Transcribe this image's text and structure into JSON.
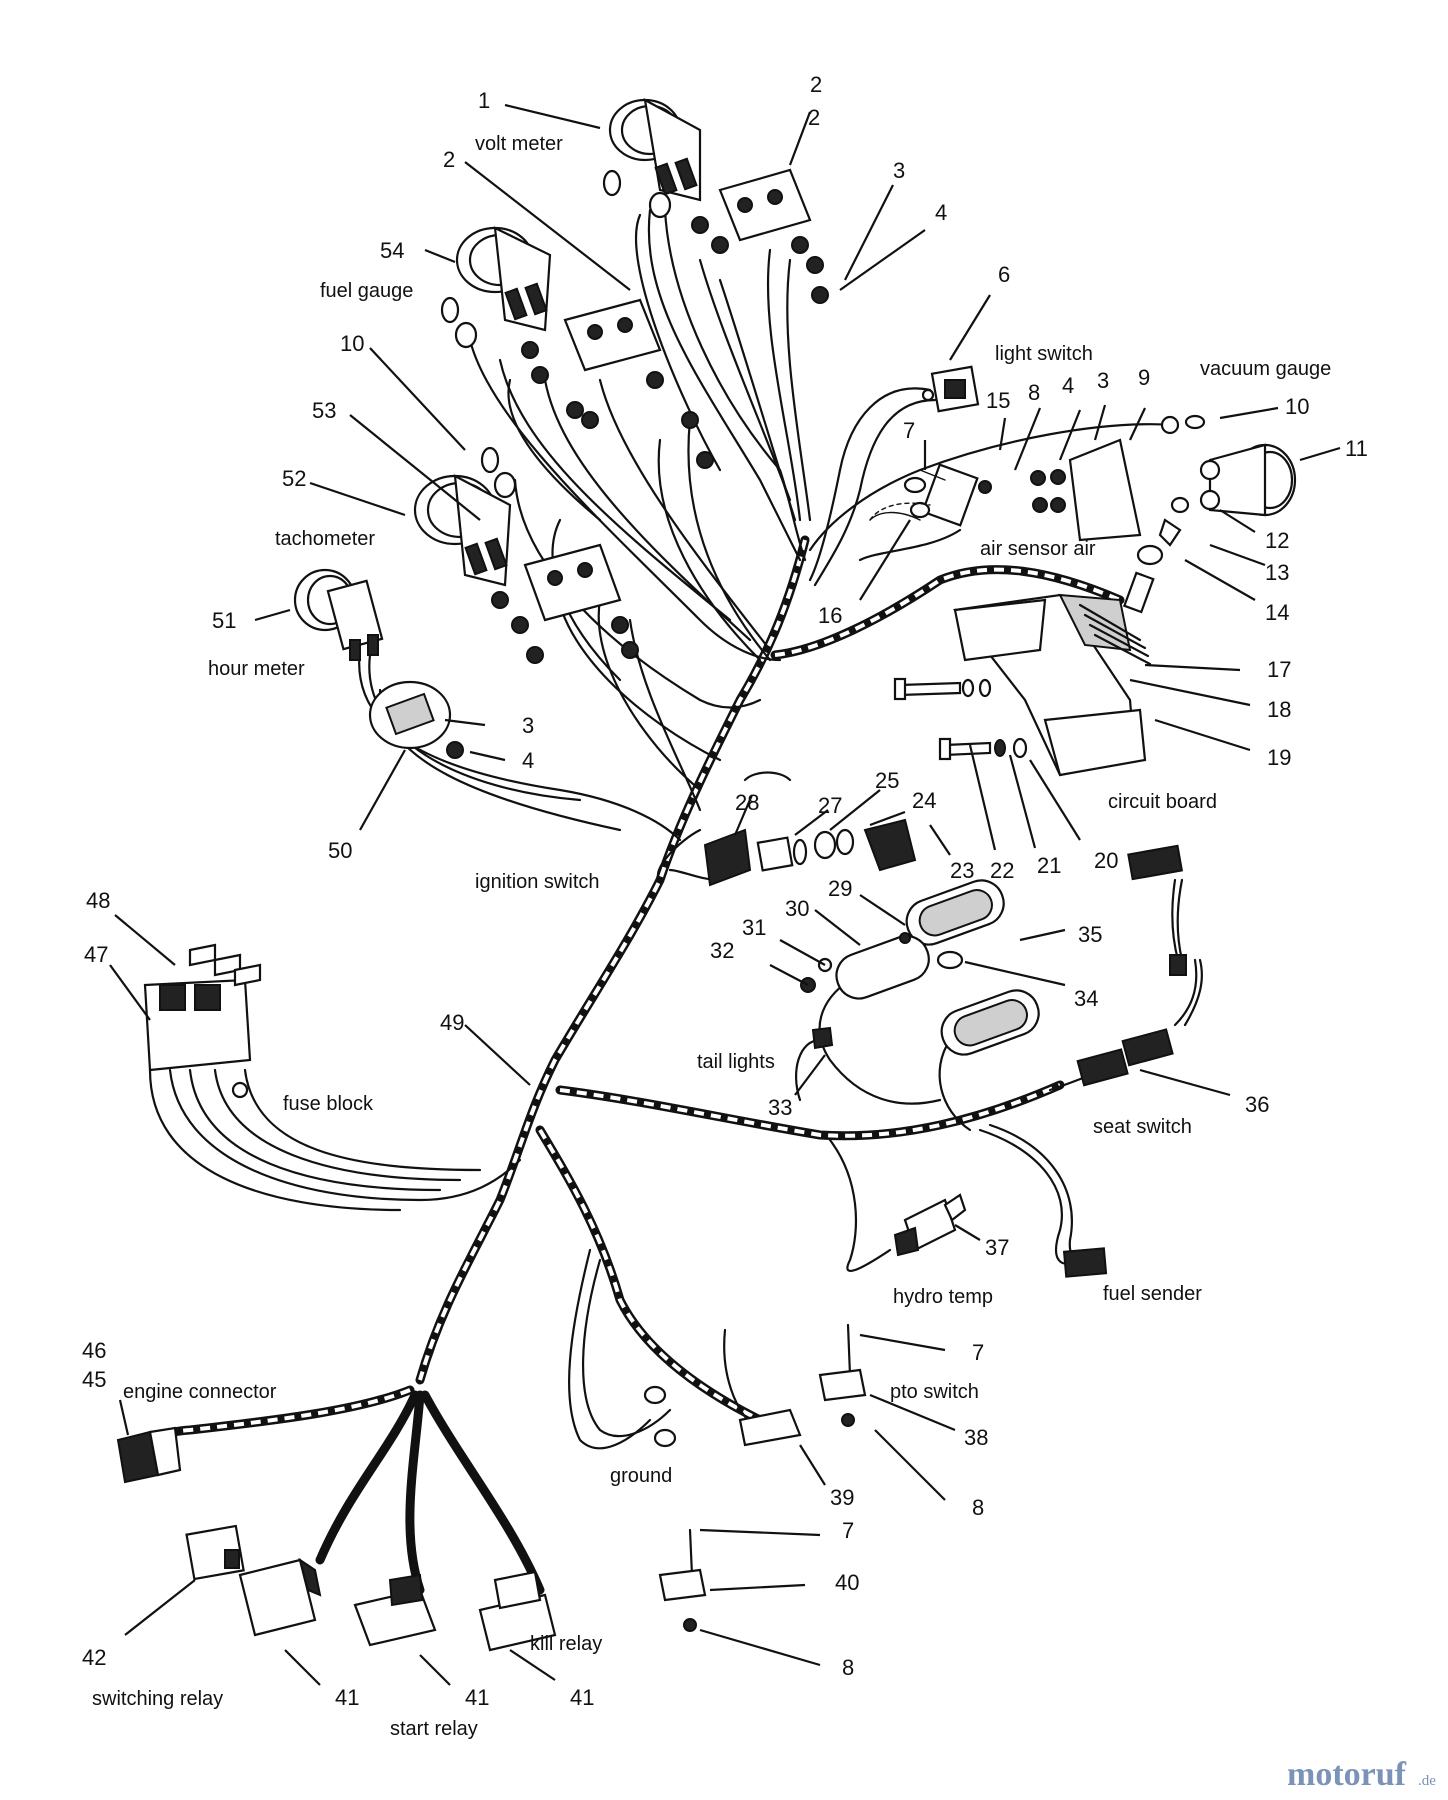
{
  "callouts": [
    {
      "id": "c1",
      "text": "1"
    },
    {
      "id": "c2a",
      "text": "2"
    },
    {
      "id": "c2b",
      "text": "2"
    },
    {
      "id": "c2c",
      "text": "2"
    },
    {
      "id": "c3a",
      "text": "3"
    },
    {
      "id": "c4a",
      "text": "4"
    },
    {
      "id": "c6",
      "text": "6"
    },
    {
      "id": "c54",
      "text": "54"
    },
    {
      "id": "c10a",
      "text": "10"
    },
    {
      "id": "c53",
      "text": "53"
    },
    {
      "id": "c52",
      "text": "52"
    },
    {
      "id": "c51",
      "text": "51"
    },
    {
      "id": "c3b",
      "text": "3"
    },
    {
      "id": "c4b",
      "text": "4"
    },
    {
      "id": "c50",
      "text": "50"
    },
    {
      "id": "c7a",
      "text": "7"
    },
    {
      "id": "c15",
      "text": "15"
    },
    {
      "id": "c8a",
      "text": "8"
    },
    {
      "id": "c4c",
      "text": "4"
    },
    {
      "id": "c3c",
      "text": "3"
    },
    {
      "id": "c9",
      "text": "9"
    },
    {
      "id": "c10b",
      "text": "10"
    },
    {
      "id": "c11",
      "text": "11"
    },
    {
      "id": "c12",
      "text": "12"
    },
    {
      "id": "c13",
      "text": "13"
    },
    {
      "id": "c14",
      "text": "14"
    },
    {
      "id": "c16",
      "text": "16"
    },
    {
      "id": "c17",
      "text": "17"
    },
    {
      "id": "c18",
      "text": "18"
    },
    {
      "id": "c19",
      "text": "19"
    },
    {
      "id": "c28",
      "text": "28"
    },
    {
      "id": "c27",
      "text": "27"
    },
    {
      "id": "c25",
      "text": "25"
    },
    {
      "id": "c24",
      "text": "24"
    },
    {
      "id": "c23",
      "text": "23"
    },
    {
      "id": "c22",
      "text": "22"
    },
    {
      "id": "c21",
      "text": "21"
    },
    {
      "id": "c20",
      "text": "20"
    },
    {
      "id": "c48",
      "text": "48"
    },
    {
      "id": "c47",
      "text": "47"
    },
    {
      "id": "c29",
      "text": "29"
    },
    {
      "id": "c30",
      "text": "30"
    },
    {
      "id": "c31",
      "text": "31"
    },
    {
      "id": "c32",
      "text": "32"
    },
    {
      "id": "c35",
      "text": "35"
    },
    {
      "id": "c34",
      "text": "34"
    },
    {
      "id": "c49",
      "text": "49"
    },
    {
      "id": "c33",
      "text": "33"
    },
    {
      "id": "c36",
      "text": "36"
    },
    {
      "id": "c37",
      "text": "37"
    },
    {
      "id": "c46",
      "text": "46"
    },
    {
      "id": "c45",
      "text": "45"
    },
    {
      "id": "c7b",
      "text": "7"
    },
    {
      "id": "c38",
      "text": "38"
    },
    {
      "id": "c39",
      "text": "39"
    },
    {
      "id": "c8b",
      "text": "8"
    },
    {
      "id": "c7c",
      "text": "7"
    },
    {
      "id": "c40",
      "text": "40"
    },
    {
      "id": "c8c",
      "text": "8"
    },
    {
      "id": "c42",
      "text": "42"
    },
    {
      "id": "c41a",
      "text": "41"
    },
    {
      "id": "c41b",
      "text": "41"
    },
    {
      "id": "c41c",
      "text": "41"
    }
  ],
  "labels": [
    {
      "id": "volt-meter",
      "text": "volt meter"
    },
    {
      "id": "fuel-gauge",
      "text": "fuel gauge"
    },
    {
      "id": "light-switch",
      "text": "light switch"
    },
    {
      "id": "vacuum-gauge",
      "text": "vacuum gauge"
    },
    {
      "id": "tachometer",
      "text": "tachometer"
    },
    {
      "id": "air-sensor-air",
      "text": "air sensor air"
    },
    {
      "id": "hour-meter",
      "text": "hour meter"
    },
    {
      "id": "circuit-board",
      "text": "circuit board"
    },
    {
      "id": "ignition-switch",
      "text": "ignition switch"
    },
    {
      "id": "fuse-block",
      "text": "fuse block"
    },
    {
      "id": "tail-lights",
      "text": "tail lights"
    },
    {
      "id": "seat-switch",
      "text": "seat switch"
    },
    {
      "id": "hydro-temp",
      "text": "hydro temp"
    },
    {
      "id": "fuel-sender",
      "text": "fuel sender"
    },
    {
      "id": "engine-connector",
      "text": "engine connector"
    },
    {
      "id": "pto-switch",
      "text": "pto switch"
    },
    {
      "id": "ground",
      "text": "ground"
    },
    {
      "id": "kill-relay",
      "text": "kill relay"
    },
    {
      "id": "switching-relay",
      "text": "switching relay"
    },
    {
      "id": "start-relay",
      "text": "start relay"
    }
  ],
  "watermark": {
    "main": "motoruf",
    "suffix": ".de"
  }
}
